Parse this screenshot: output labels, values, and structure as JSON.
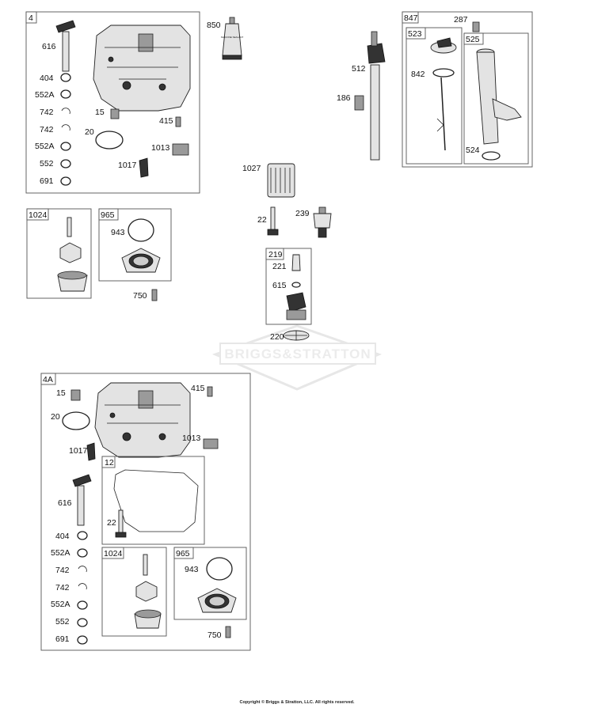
{
  "diagram": {
    "boxes": {
      "b4": "4",
      "b1024a": "1024",
      "b965a": "965",
      "b847": "847",
      "b523": "523",
      "b525": "525",
      "b219": "219",
      "b4A": "4A",
      "b12": "12",
      "b1024b": "1024",
      "b965b": "965"
    },
    "parts": {
      "p616a": "616",
      "p404a": "404",
      "p552Aa1": "552A",
      "p742a1": "742",
      "p742a2": "742",
      "p552Aa2": "552A",
      "p552a": "552",
      "p691a": "691",
      "p15a": "15",
      "p20a": "20",
      "p415a": "415",
      "p1013a": "1013",
      "p1017a": "1017",
      "p850": "850",
      "p512": "512",
      "p186": "186",
      "p287": "287",
      "p842": "842",
      "p524": "524",
      "p1027": "1027",
      "p22a": "22",
      "p239": "239",
      "p221": "221",
      "p615": "615",
      "p220": "220",
      "p943a": "943",
      "p750a": "750",
      "p15b": "15",
      "p20b": "20",
      "p415b": "415",
      "p1013b": "1013",
      "p1017b": "1017",
      "p616b": "616",
      "p22b": "22",
      "p404b": "404",
      "p552Ab1": "552A",
      "p742b1": "742",
      "p742b2": "742",
      "p552Ab2": "552A",
      "p552b": "552",
      "p691b": "691",
      "p943b": "943",
      "p750b": "750"
    },
    "watermark": "BRIGGS&STRATTON",
    "tube_text": "SILICONE SEALANT",
    "copyright": "Copyright © Briggs & Stratton, LLC. All rights reserved."
  }
}
